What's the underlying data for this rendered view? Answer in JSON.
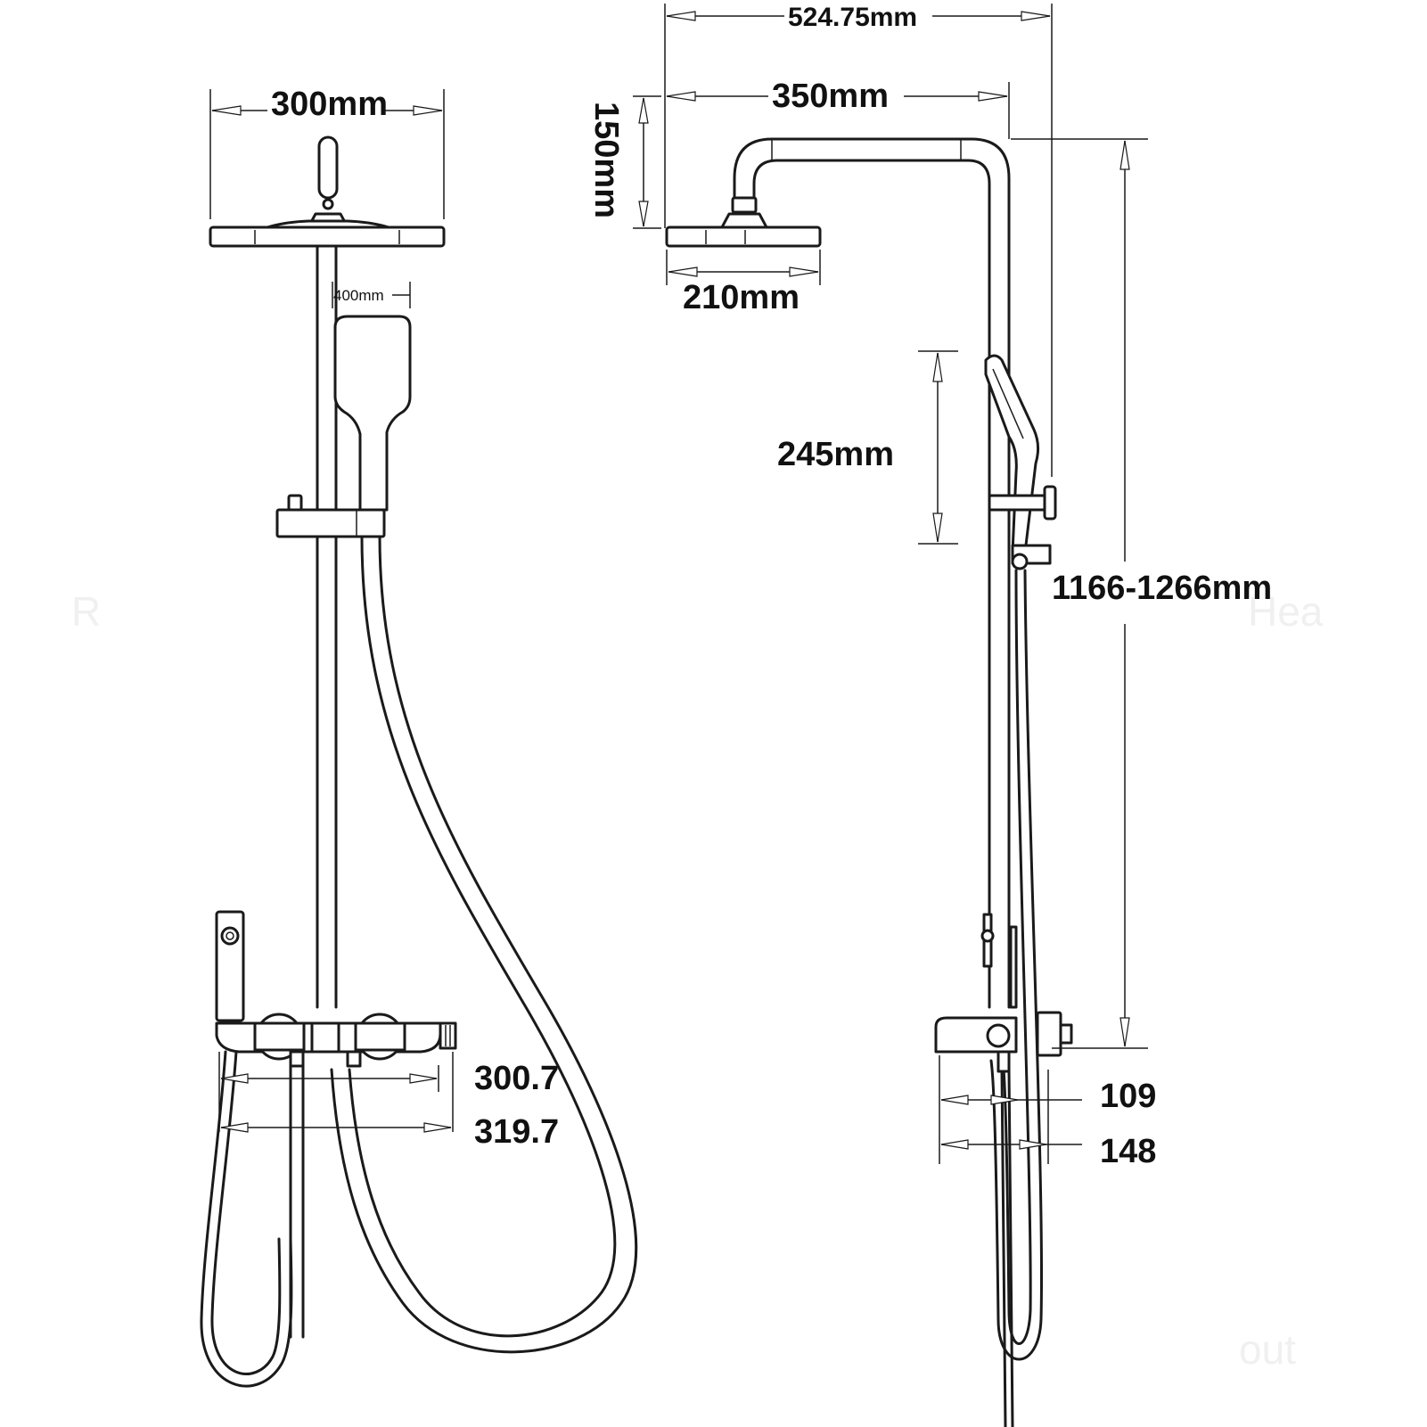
{
  "front_view": {
    "head_width": "300mm",
    "handset_offset": "400mm",
    "inlet_spacing_1": "300.7",
    "inlet_spacing_2": "319.7"
  },
  "side_view": {
    "total_reach": "524.75mm",
    "arm_length": "350mm",
    "head_height": "150mm",
    "head_diameter": "210mm",
    "handset_length": "245mm",
    "column_height": "1166-1266mm",
    "wall_offset_1": "109",
    "wall_offset_2": "148"
  },
  "watermarks": [
    "R",
    "Hea",
    "out"
  ]
}
